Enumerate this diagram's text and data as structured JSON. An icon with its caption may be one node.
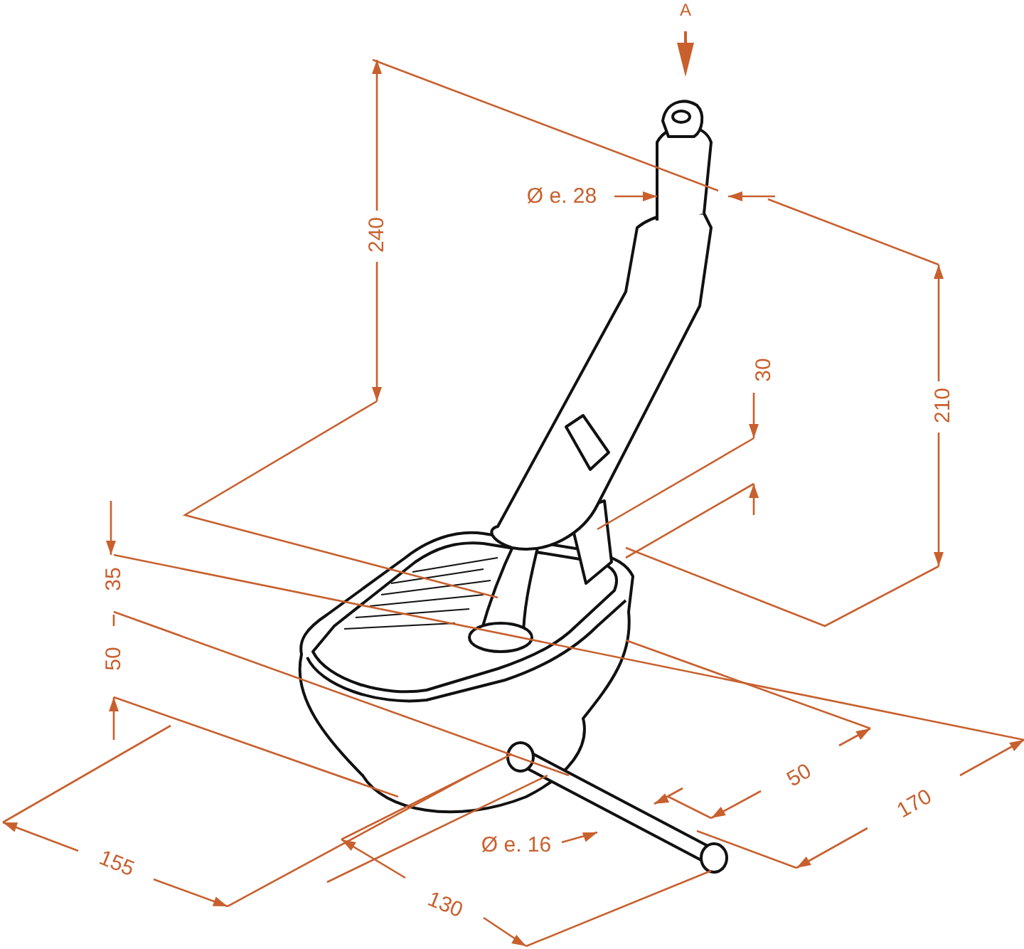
{
  "diagram": {
    "labels": [
      "A",
      "Ø e. 28",
      "240",
      "30",
      "210",
      "35",
      "50",
      "50",
      "155",
      "Ø e. 16",
      "130",
      "170"
    ]
  }
}
